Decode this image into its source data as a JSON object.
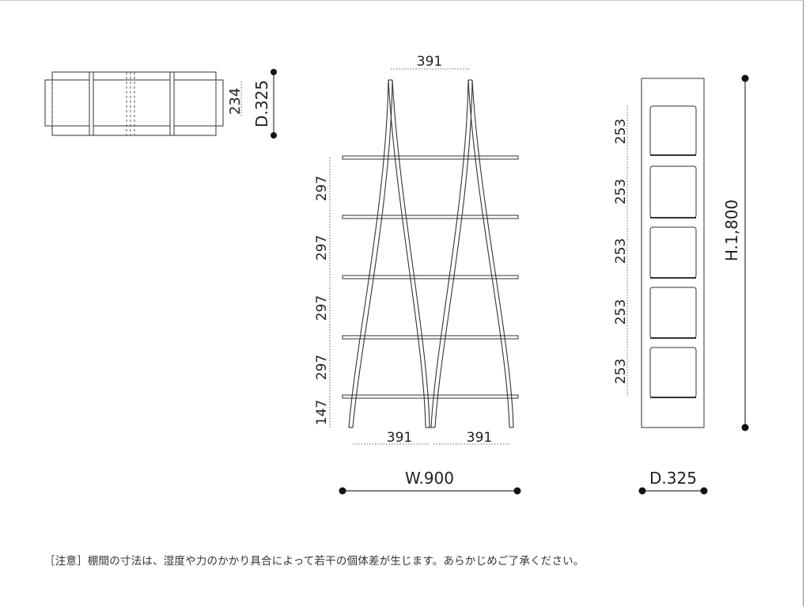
{
  "colors": {
    "line": "#333333",
    "dim_line": "#666666",
    "text": "#222222",
    "frame": "#8a8a8a"
  },
  "top_view": {
    "depth_label": "D.325",
    "inner_depth_label": "234"
  },
  "front_view": {
    "top_span_label": "391",
    "shelf_spacing_labels": [
      "297",
      "297",
      "297",
      "297",
      "147"
    ],
    "bottom_span_left_label": "391",
    "bottom_span_right_label": "391",
    "width_label": "W.900"
  },
  "side_view": {
    "shelf_spacing_labels": [
      "253",
      "253",
      "253",
      "253",
      "253"
    ],
    "height_label": "H.1,800",
    "depth_label": "D.325"
  },
  "note": "［注意］棚間の寸法は、湿度や力のかかり具合によって若干の個体差が生じます。あらかじめご了承ください。"
}
